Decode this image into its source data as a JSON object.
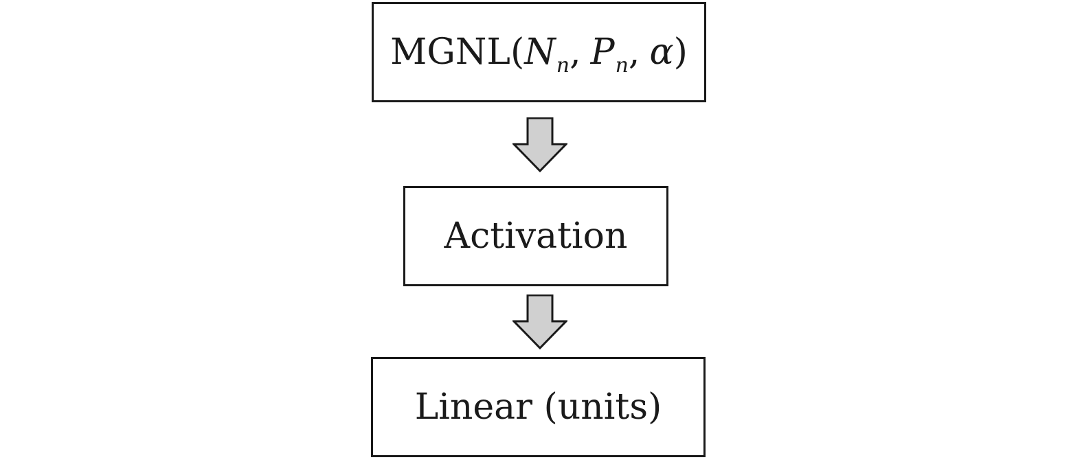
{
  "blocks": {
    "mgnl": {
      "name": "MGNL",
      "open_paren": "(",
      "arg1_var": "N",
      "arg1_sub": "n",
      "sep1": ",",
      "arg2_var": "P",
      "arg2_sub": "n",
      "sep2": ",",
      "arg3_var": "α",
      "close_paren": ")"
    },
    "activation": {
      "label": "Activation"
    },
    "linear": {
      "label": "Linear (units)"
    }
  },
  "colors": {
    "arrow_fill": "#d0d0d0",
    "stroke": "#1a1a1a"
  },
  "icons": {
    "flow_arrow": "down-arrow-icon"
  }
}
